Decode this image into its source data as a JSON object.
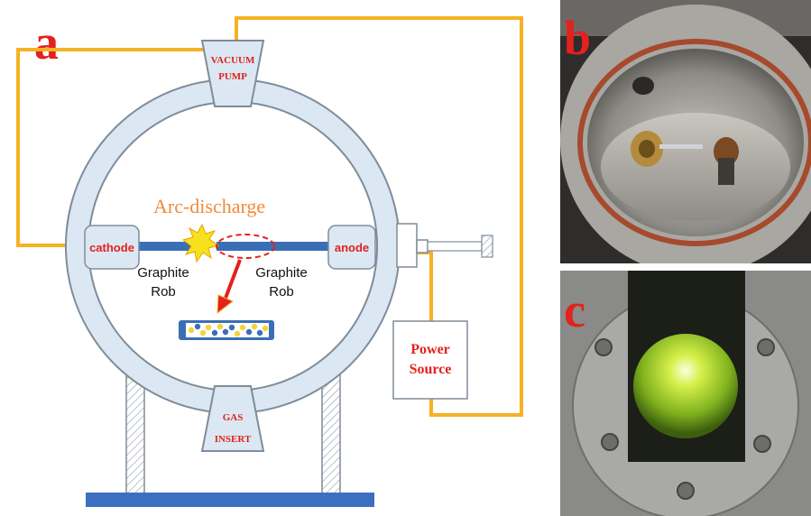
{
  "panels": {
    "a": "a",
    "b": "b",
    "c": "c"
  },
  "labels": {
    "vacuum_pump": [
      "VACUUM",
      "PUMP"
    ],
    "arc_discharge": "Arc-discharge",
    "cathode": "cathode",
    "anode": "anode",
    "graphite_left": [
      "Graphite",
      "Rob"
    ],
    "graphite_right": [
      "Graphite",
      "Rob"
    ],
    "power_source": [
      "Power",
      "Source"
    ],
    "gas_insert": [
      "GAS",
      "INSERT"
    ]
  },
  "colors": {
    "chamber": "#dbe8f4",
    "chamber_stroke": "#7f8c99",
    "wire": "#f5b223",
    "rod": "#3a6fb5",
    "accent_red": "#e4211c",
    "label_orange": "#f08c3a",
    "spark": "#f7e11d",
    "base": "#3d6fc0"
  },
  "icons": {
    "spark": "starburst-icon",
    "arrow": "red-arrow-icon"
  }
}
